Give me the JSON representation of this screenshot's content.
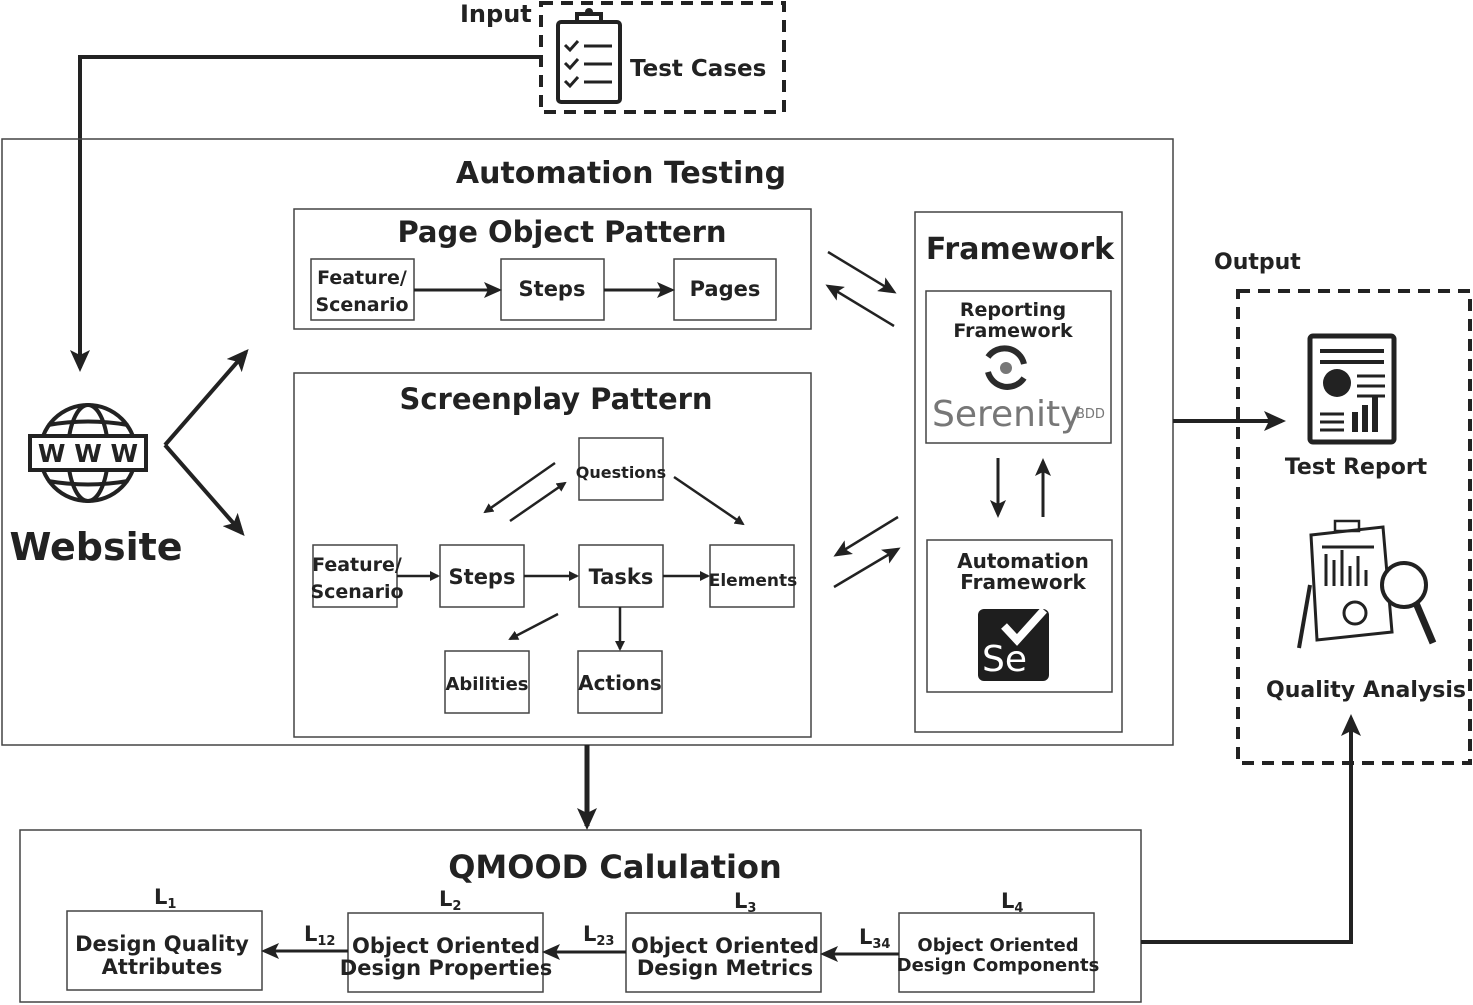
{
  "input": {
    "label": "Input",
    "test_cases": "Test Cases"
  },
  "website": {
    "label": "Website",
    "www": "W W W"
  },
  "automation": {
    "title": "Automation Testing",
    "page_object": {
      "title": "Page Object Pattern",
      "feature": [
        "Feature/",
        "Scenario"
      ],
      "steps": "Steps",
      "pages": "Pages"
    },
    "screenplay": {
      "title": "Screenplay Pattern",
      "feature": [
        "Feature/",
        "Scenario"
      ],
      "steps": "Steps",
      "questions": "Questions",
      "tasks": "Tasks",
      "elements": "Elements",
      "abilities": "Abilities",
      "actions": "Actions"
    },
    "framework": {
      "title": "Framework",
      "reporting": [
        "Reporting",
        "Framework"
      ],
      "serenity": "Serenity",
      "bdd": "BDD",
      "automation": [
        "Automation",
        "Framework"
      ],
      "selenium": "Se"
    }
  },
  "output": {
    "label": "Output",
    "test_report": "Test Report",
    "quality_analysis": "Quality Analysis"
  },
  "qmood": {
    "title": "QMOOD Calulation",
    "levels": [
      {
        "level": "L",
        "sub": "1",
        "lines": [
          "Design Quality",
          "Attributes"
        ]
      },
      {
        "level": "L",
        "sub": "2",
        "lines": [
          "Object Oriented",
          "Design Properties"
        ]
      },
      {
        "level": "L",
        "sub": "3",
        "lines": [
          "Object Oriented",
          "Design Metrics"
        ]
      },
      {
        "level": "L",
        "sub": "4",
        "lines": [
          "Object Oriented",
          "Design Components"
        ]
      }
    ],
    "links": [
      {
        "level": "L",
        "sub": "12"
      },
      {
        "level": "L",
        "sub": "23"
      },
      {
        "level": "L",
        "sub": "34"
      }
    ]
  }
}
